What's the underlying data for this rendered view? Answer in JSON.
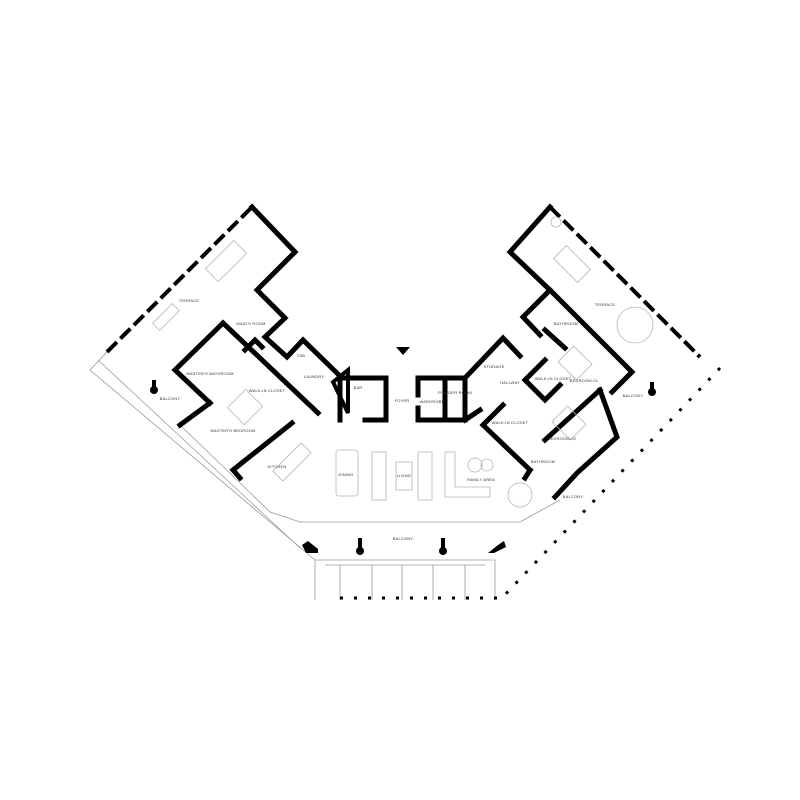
{
  "plan": {
    "rooms": {
      "terrace_left": "TERRACE",
      "maids_room": "MAID'S ROOM",
      "tb": "T&B",
      "laundry": "LAUNDRY",
      "masters_bathroom": "MASTER'S BATHROOM",
      "walkin_closet_master": "WALK-IN CLOSET",
      "balcony_left": "BALCONY",
      "masters_bedroom": "MASTER'S BEDROOM",
      "kitchen": "KITCHEN",
      "dining": "DINING",
      "bar": "BAR",
      "foyer": "FOYER",
      "wardrobe": "WARDROBE",
      "powder_room": "POWDER ROOM",
      "storage": "STORAGE",
      "hallway": "HALLWAY",
      "living": "LIVING",
      "family_area": "FAMILY AREA",
      "terrace_right": "TERRACE",
      "bathroom_01": "BATHROOM",
      "walkin_closet_01": "WALK-IN CLOSET",
      "bedroom_01": "BEDROOM-01",
      "balcony_right": "BALCONY",
      "walkin_closet_02": "WALK-IN CLOSET",
      "bedroom_02": "BEDROOM-02",
      "bathroom_02": "BATHROOM",
      "balcony_right_lower": "BALCONY",
      "balcony_bottom": "BALCONY"
    },
    "entrance_marker": "north-triangle-icon",
    "wall_color": "#000000",
    "furniture_color": "#b5b5b5"
  }
}
